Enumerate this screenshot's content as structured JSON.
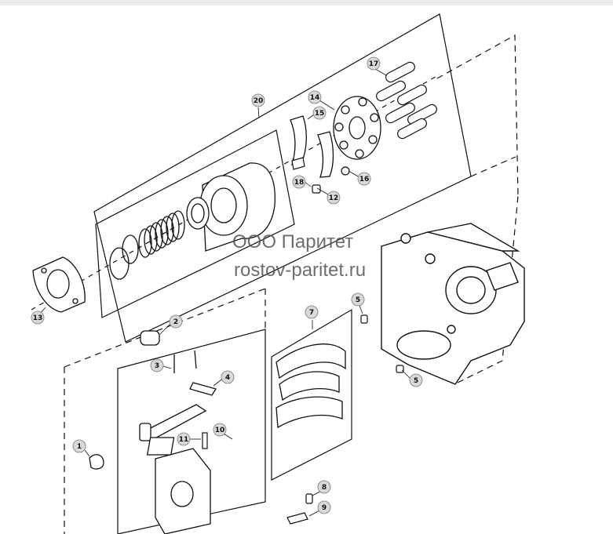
{
  "watermark": {
    "line1": "ООО Паритет",
    "line2": "rostov-paritet.ru"
  },
  "callouts": [
    "20",
    "17",
    "14",
    "15",
    "18",
    "12",
    "16",
    "13",
    "2",
    "3",
    "4",
    "1",
    "11",
    "10",
    "7",
    "5",
    "5",
    "8",
    "9"
  ],
  "colors": {
    "line": "#111111",
    "callout_fill": "#d9d9d9",
    "callout_stroke": "#777777",
    "topbar": "#ececec"
  }
}
